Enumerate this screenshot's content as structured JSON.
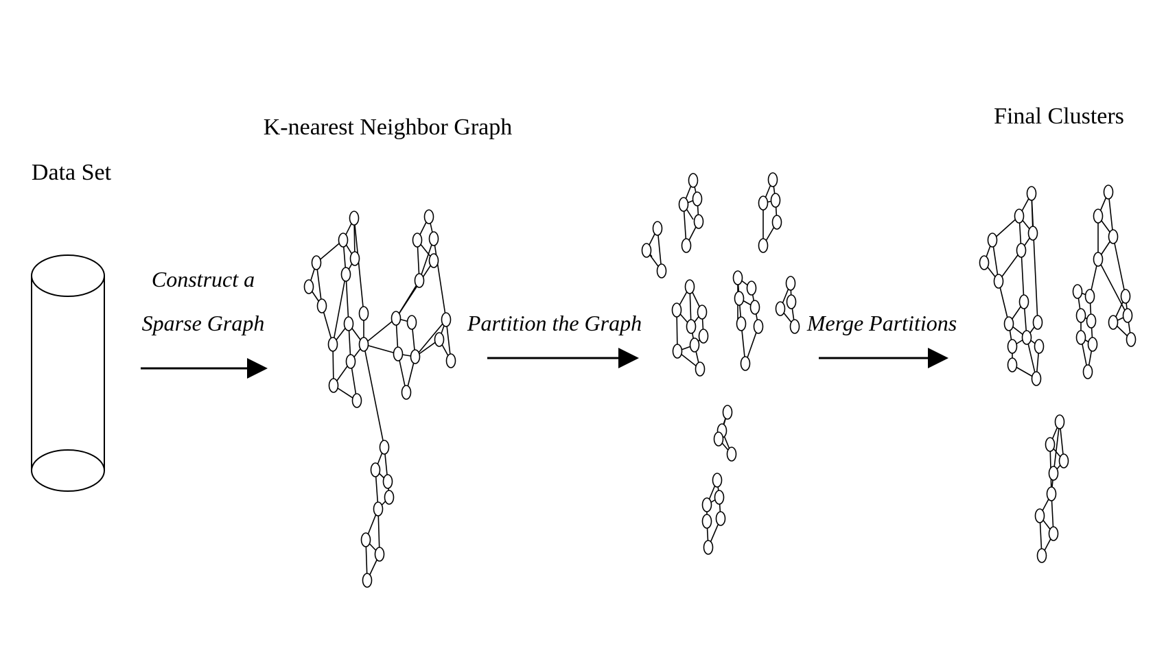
{
  "stages": {
    "dataset": {
      "title": "Data Set"
    },
    "knn": {
      "title": "K-nearest Neighbor Graph"
    },
    "final": {
      "title": "Final Clusters"
    }
  },
  "steps": {
    "construct": {
      "line1": "Construct a",
      "line2": "Sparse Graph"
    },
    "partition": {
      "label": "Partition the Graph"
    },
    "merge": {
      "label": "Merge Partitions"
    }
  },
  "colors": {
    "ink": "#000000",
    "background": "#ffffff"
  }
}
